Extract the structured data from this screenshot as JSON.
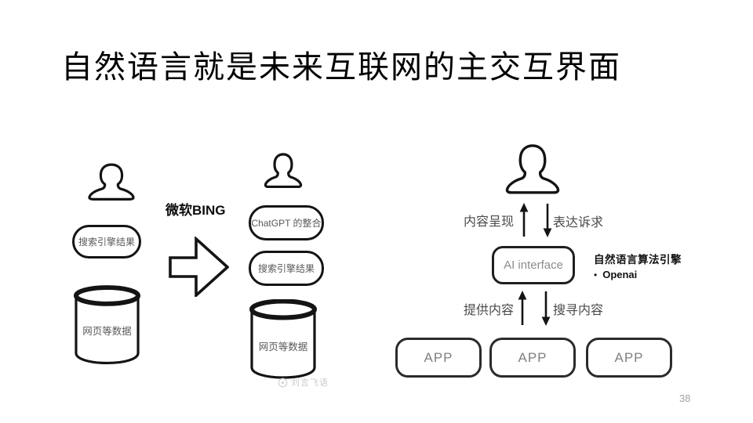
{
  "slide": {
    "title": "自然语言就是未来互联网的主交互界面",
    "page_number": "38",
    "watermark": "刘言飞语"
  },
  "left_diagram": {
    "search_result_label": "搜索引擎结果",
    "data_label": "网页等数据"
  },
  "transition": {
    "label": "微软BING"
  },
  "middle_diagram": {
    "chatgpt_label": "ChatGPT 的整合",
    "search_result_label": "搜索引擎结果",
    "data_label": "网页等数据"
  },
  "right_diagram": {
    "up_label_top": "内容呈现",
    "down_label_top": "表达诉求",
    "ai_box_label": "AI interface",
    "engine_title": "自然语言算法引擎",
    "bullet_char": "•",
    "engine_bullet": "Openai",
    "up_label_bottom": "提供内容",
    "down_label_bottom": "搜寻内容",
    "apps": [
      "APP",
      "APP",
      "APP"
    ]
  },
  "icons": {
    "person": "user-silhouette",
    "database": "database-cylinder",
    "block_arrow": "right-block-arrow",
    "up_arrow": "arrow-up",
    "down_arrow": "arrow-down",
    "watermark_logo": "watermark-logo"
  },
  "colors": {
    "background": "#ffffff",
    "stroke": "#141414",
    "shape_text": "#595959",
    "flow_label_text": "#4a4a4a",
    "ai_text": "#8c8c8c",
    "app_text": "#7f7f7f",
    "page_number": "#a3a3a3",
    "watermark": "#cccccc"
  }
}
